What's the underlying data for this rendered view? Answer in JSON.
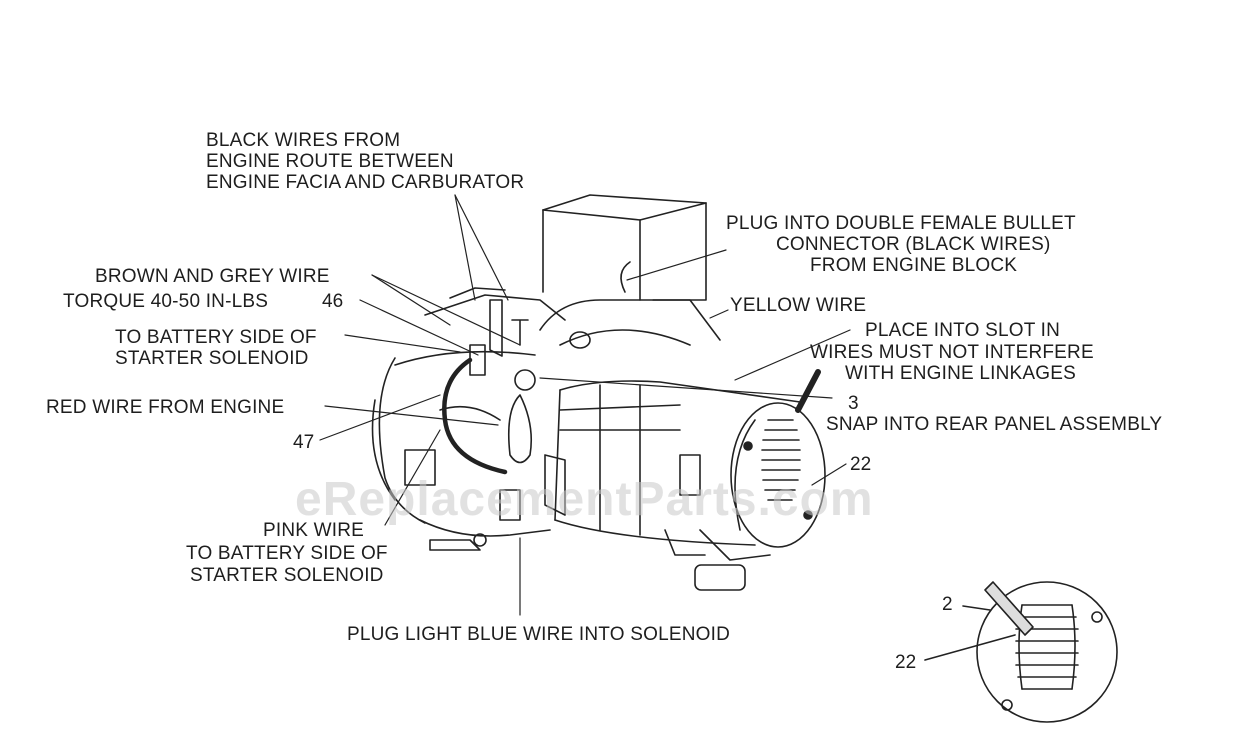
{
  "watermark": "eReplacementParts.com",
  "labels": {
    "black_wires": [
      "BLACK WIRES FROM",
      "ENGINE ROUTE BETWEEN",
      "ENGINE FACIA AND CARBURATOR"
    ],
    "plug_bullet": [
      "PLUG INTO DOUBLE FEMALE BULLET",
      "CONNECTOR (BLACK WIRES)",
      "FROM ENGINE BLOCK"
    ],
    "brown_grey": "BROWN AND GREY WIRE",
    "torque": "TORQUE 40-50 IN-LBS",
    "torque_num": "46",
    "yellow_wire": "YELLOW WIRE",
    "slot": [
      "PLACE INTO SLOT IN",
      "WIRES MUST NOT INTERFERE",
      "WITH ENGINE LINKAGES"
    ],
    "battery_top": [
      "TO BATTERY SIDE OF",
      "STARTER SOLENOID"
    ],
    "red_wire": "RED WIRE FROM ENGINE",
    "part_3": "3",
    "snap": "SNAP INTO REAR PANEL ASSEMBLY",
    "part_47": "47",
    "part_22": "22",
    "pink_wire": "PINK WIRE",
    "battery_bottom": [
      "TO BATTERY SIDE OF",
      "STARTER SOLENOID"
    ],
    "light_blue": "PLUG LIGHT BLUE WIRE INTO SOLENOID",
    "detail_2": "2",
    "detail_22": "22"
  }
}
